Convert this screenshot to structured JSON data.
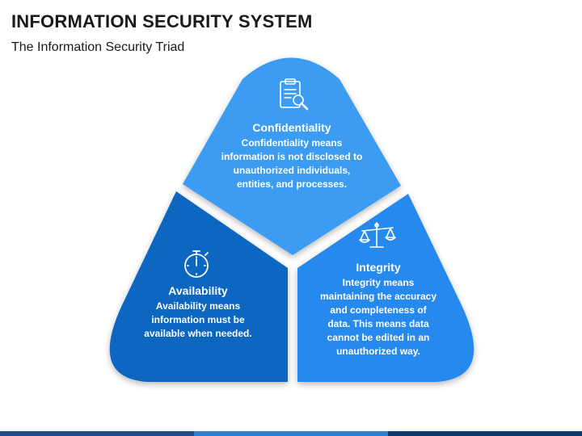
{
  "title": "INFORMATION SECURITY SYSTEM",
  "subtitle": "The Information Security Triad",
  "segments": {
    "confidentiality": {
      "heading": "Confidentiality",
      "body": "Confidentiality means\ninformation is not disclosed to\nunauthorized individuals,\nentities, and processes.",
      "icon": "clipboard-search-icon",
      "color": "#3a9cf2"
    },
    "availability": {
      "heading": "Availability",
      "body": "Availability  means\ninformation must be\navailable when needed.",
      "icon": "stopwatch-icon",
      "color": "#0e66c0"
    },
    "integrity": {
      "heading": "Integrity",
      "body": "Integrity means\nmaintaining the accuracy\nand completeness of\ndata. This means data\ncannot be edited in an\nunauthorized way.",
      "icon": "balance-scale-icon",
      "color": "#2689ee"
    }
  }
}
